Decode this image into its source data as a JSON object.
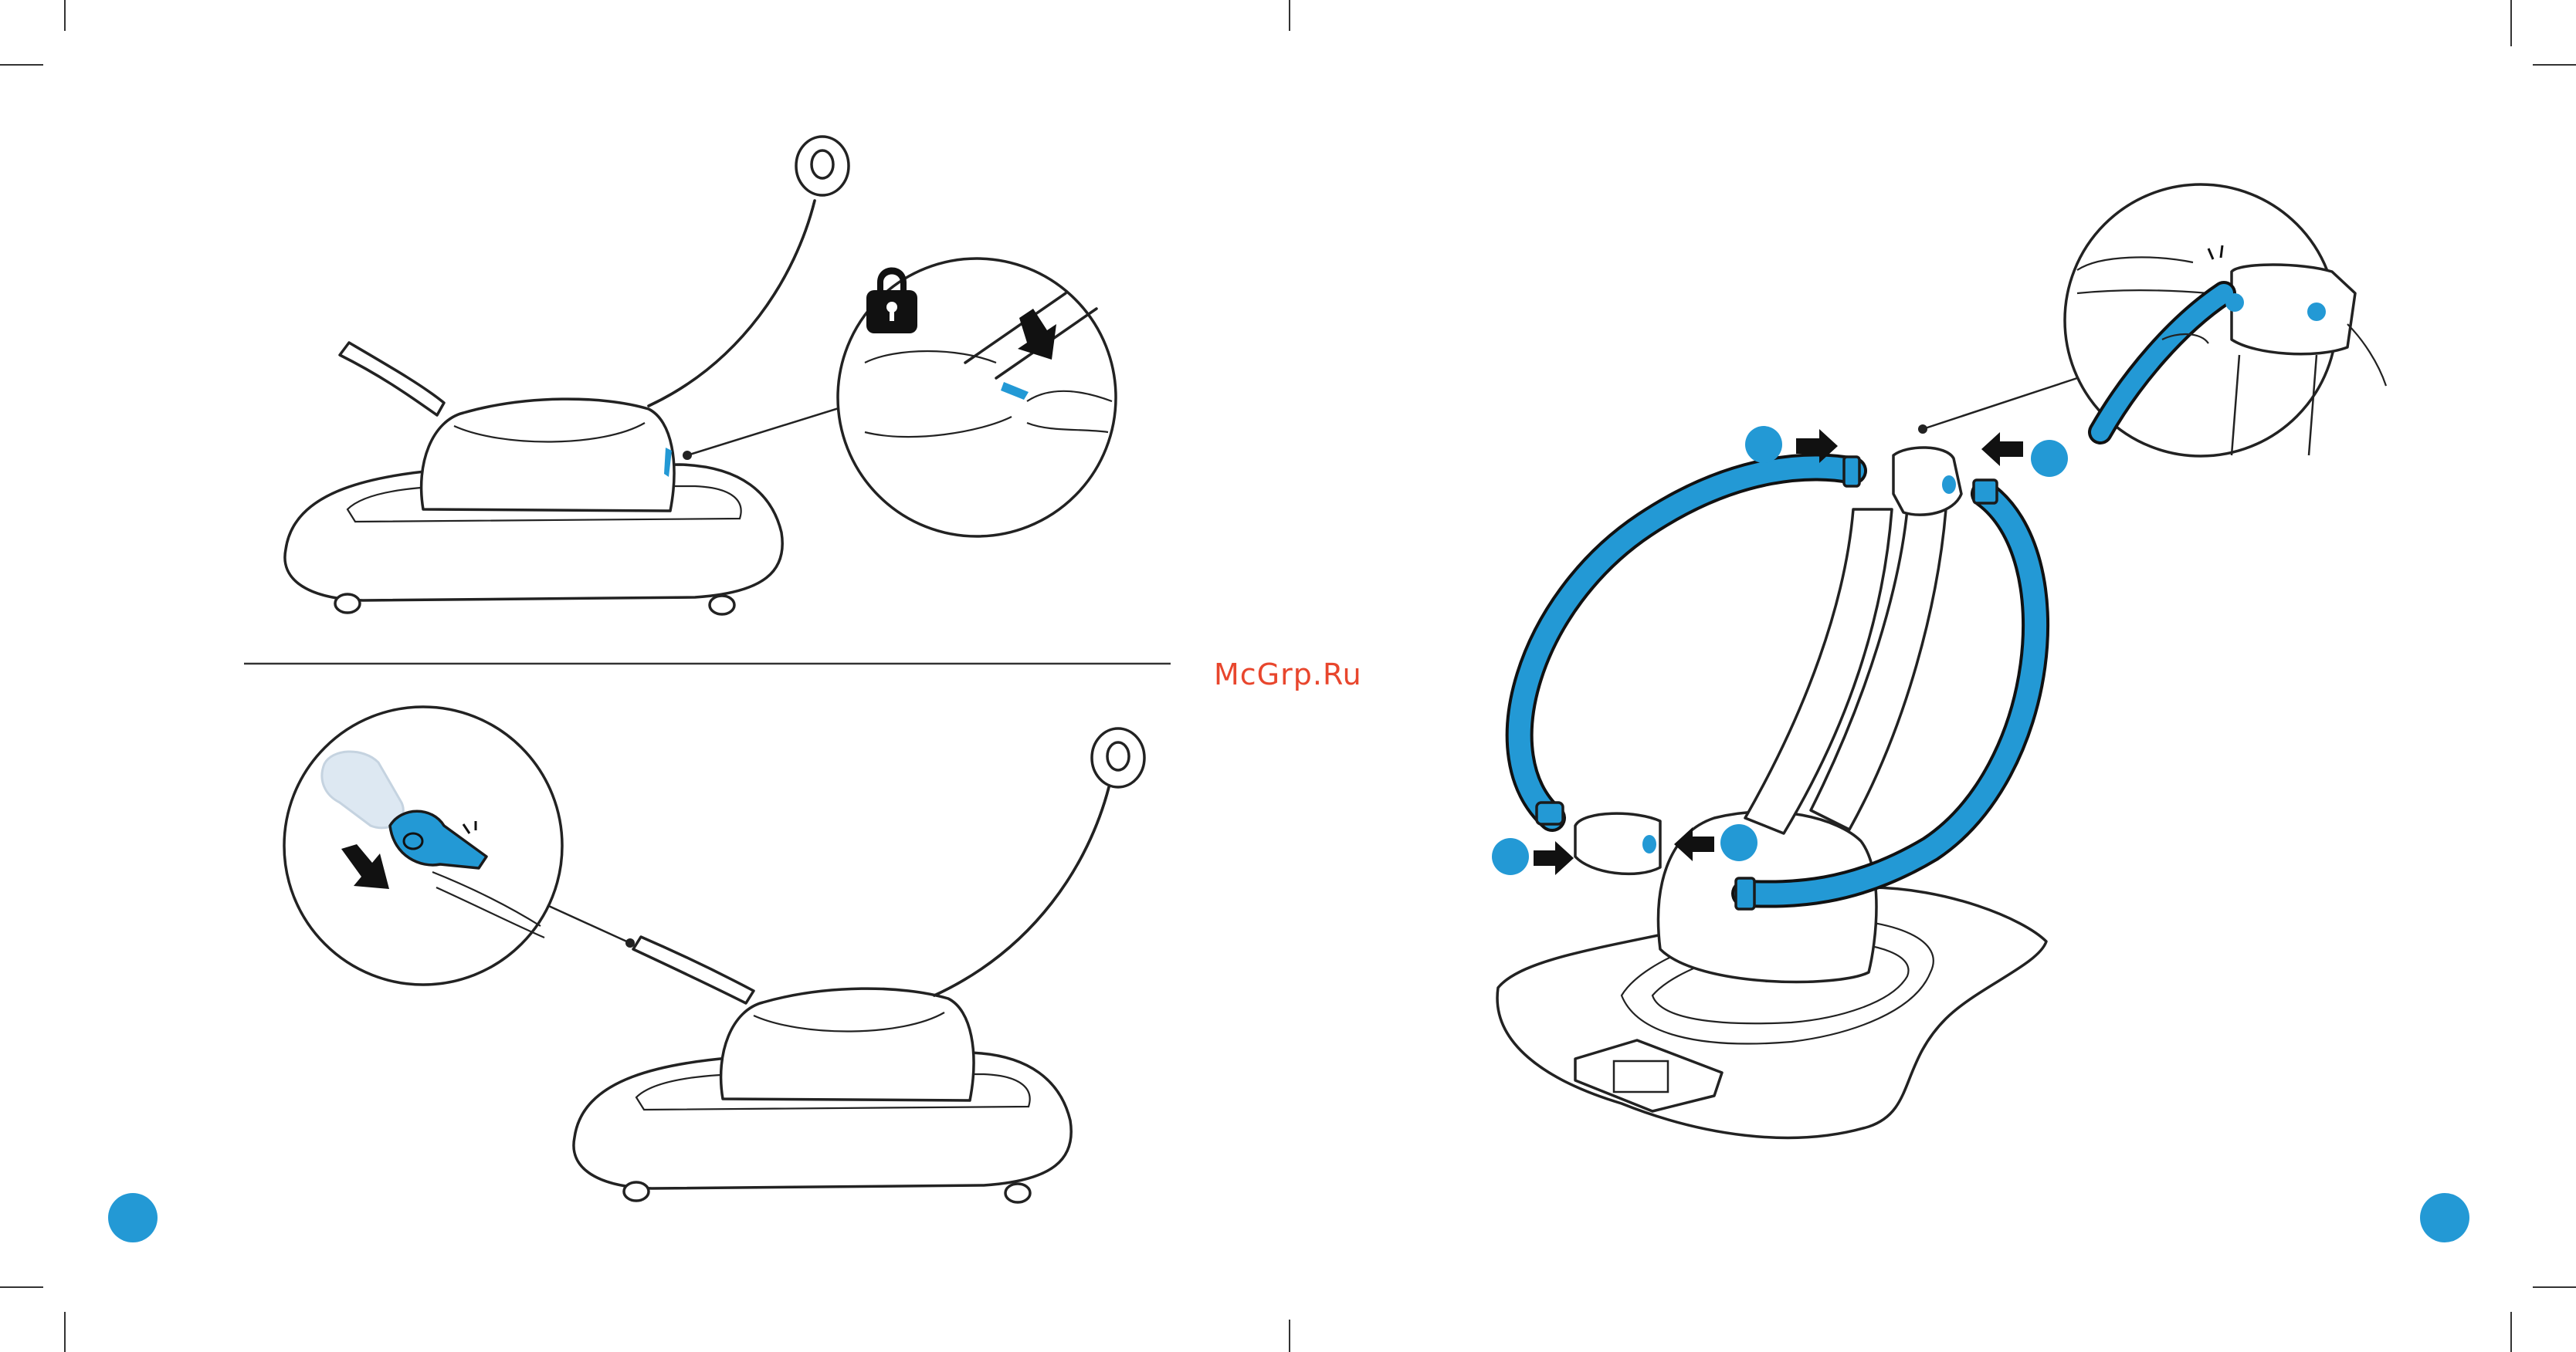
{
  "watermark": "McGrp.Ru",
  "colors": {
    "accent_blue": "#2399d5",
    "line": "#222222",
    "watermark_red": "#e8462d",
    "ghost": "#dde8f2"
  },
  "icons": [
    "lock-icon",
    "arrow-down-icon",
    "arrow-right-icon",
    "arrow-left-icon"
  ],
  "step_markers": [
    "left-page-marker",
    "right-page-marker",
    "callout-1",
    "callout-2",
    "callout-3",
    "callout-4"
  ]
}
